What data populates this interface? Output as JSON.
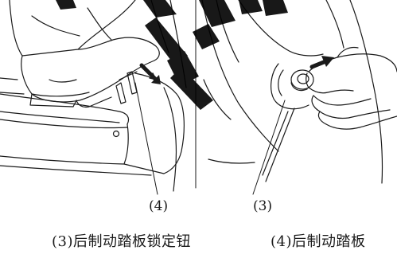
{
  "callouts": {
    "left": "(4)",
    "right": "(3)"
  },
  "captions": {
    "item3": "(3)后制动踏板锁定钮",
    "item4": "(4)后制动踏板"
  }
}
